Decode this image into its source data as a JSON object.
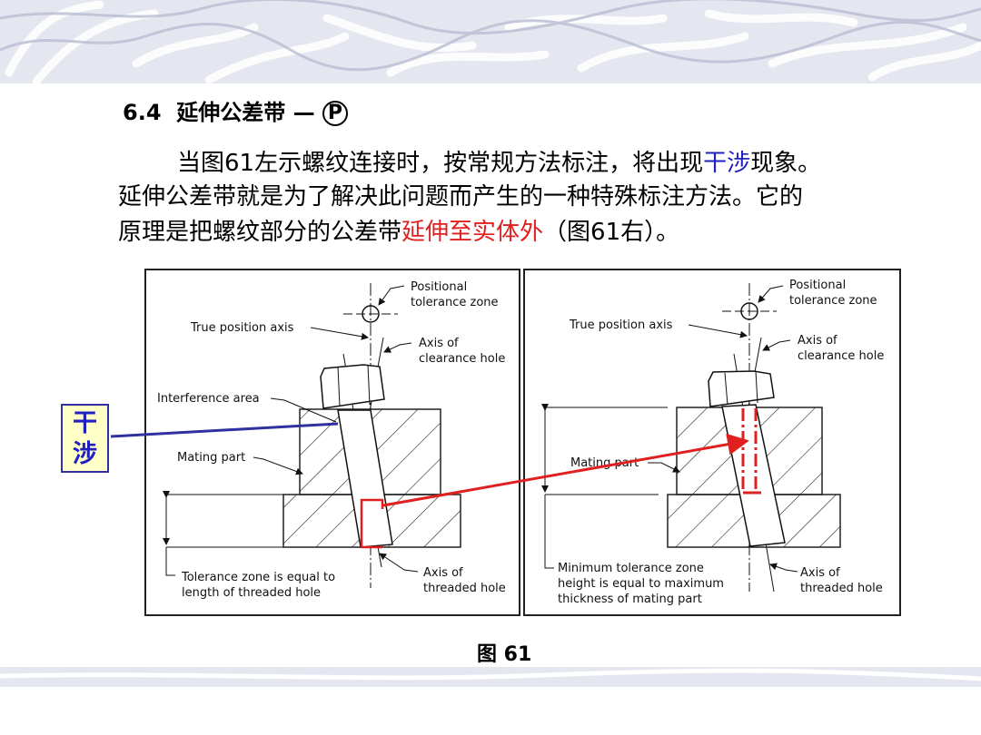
{
  "heading": {
    "number": "6.4",
    "title": "延伸公差带 —",
    "symbol": "P"
  },
  "paragraph": {
    "line1_a": "当图61左示螺纹连接时，按常规方法标注，将出现",
    "line1_highlight": "干涉",
    "line1_b": "现象。",
    "line2": "延伸公差带就是为了解决此问题而产生的一种特殊标注方法。它的",
    "line3_a": "原理是把螺纹部分的公差带",
    "line3_highlight": "延伸至实体外",
    "line3_b": "（图61右）。"
  },
  "callout": {
    "line1": "干",
    "line2": "涉"
  },
  "figure": {
    "caption": "图  61",
    "left": {
      "positional_1": "Positional",
      "positional_2": "tolerance zone",
      "true_axis": "True position axis",
      "clear_1": "Axis of",
      "clear_2": "clearance hole",
      "interference": "Interference area",
      "mating": "Mating part",
      "tol_1": "Tolerance zone is equal to",
      "tol_2": "length of threaded hole",
      "thread_1": "Axis of",
      "thread_2": "threaded hole"
    },
    "right": {
      "positional_1": "Positional",
      "positional_2": "tolerance zone",
      "true_axis": "True position axis",
      "clear_1": "Axis of",
      "clear_2": "clearance hole",
      "mating": "Mating part",
      "min_1": "Minimum tolerance zone",
      "min_2": "height is equal to maximum",
      "min_3": "thickness of mating part",
      "thread_1": "Axis of",
      "thread_2": "threaded hole"
    }
  },
  "colors": {
    "highlight_blue": "#2020c0",
    "highlight_red": "#e02020",
    "callout_bg": "#ffffc8"
  }
}
